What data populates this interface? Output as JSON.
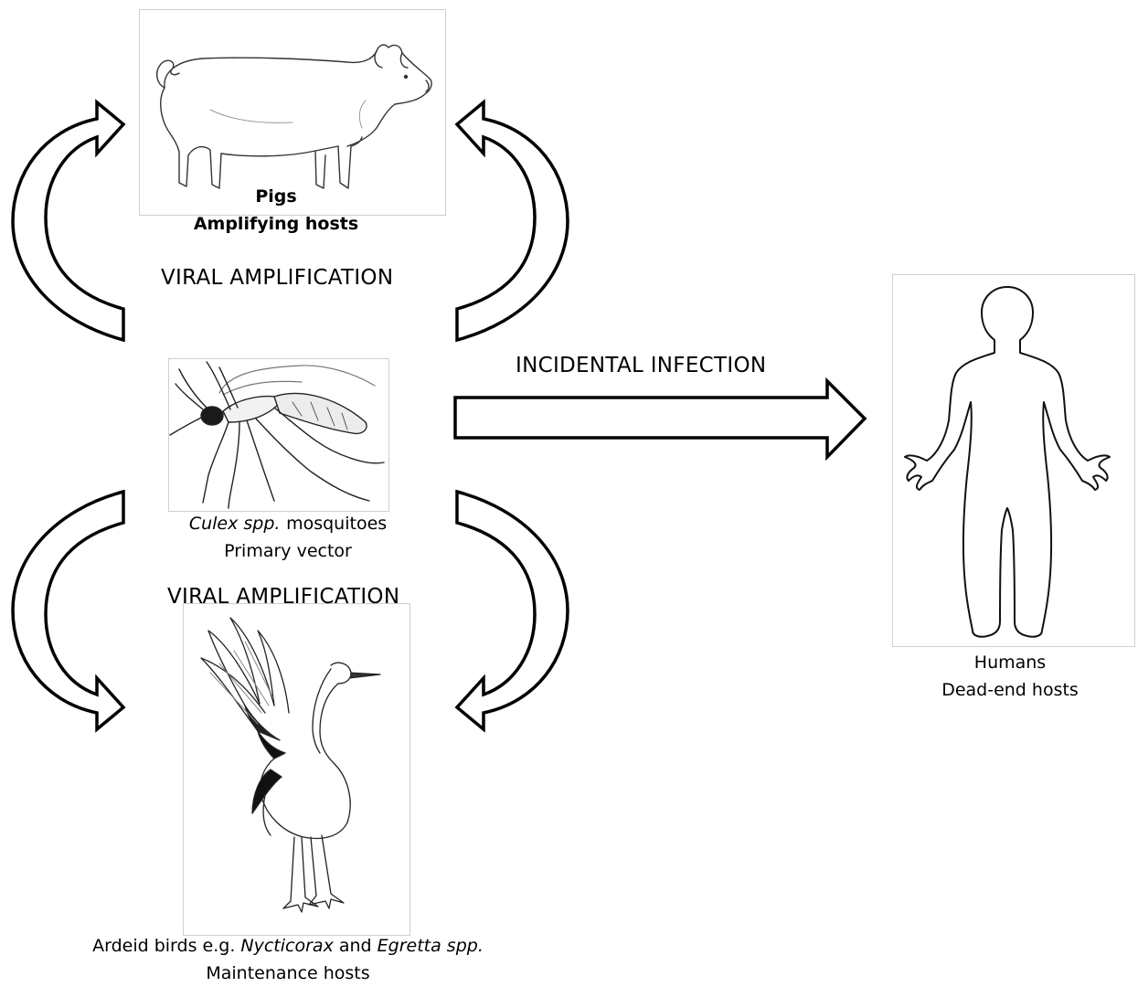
{
  "process_labels": {
    "amplification_top": "VIRAL AMPLIFICATION",
    "amplification_bottom": "VIRAL AMPLIFICATION",
    "incidental": "INCIDENTAL INFECTION"
  },
  "nodes": {
    "pigs": {
      "name": "Pigs",
      "role": "Amplifying hosts",
      "icon": "pig-icon"
    },
    "mosquitoes": {
      "name_italic": "Culex spp.",
      "name_rest": "mosquitoes",
      "role": "Primary vector",
      "icon": "mosquito-icon"
    },
    "birds": {
      "name_prefix": "Ardeid birds e.g.",
      "genus1": "Nycticorax",
      "and": "and",
      "genus2": "Egretta spp.",
      "role": "Maintenance hosts",
      "icon": "heron-icon"
    },
    "humans": {
      "name": "Humans",
      "role": "Dead-end hosts",
      "icon": "human-silhouette-icon"
    }
  },
  "colors": {
    "stroke": "#000000",
    "frame": "#cfcfcf",
    "fill": "#ffffff",
    "bird_dark": "#111111"
  }
}
